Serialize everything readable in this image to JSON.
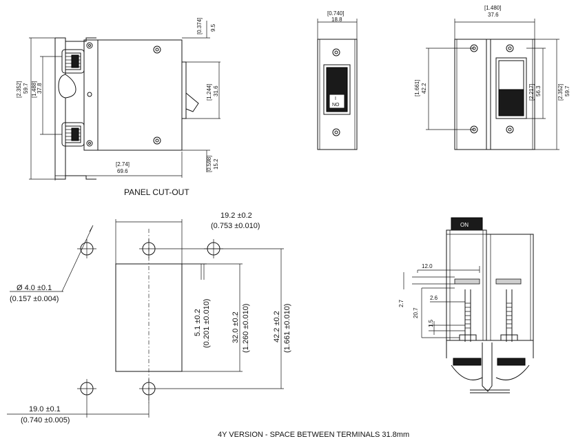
{
  "top_views": {
    "side_view": {
      "dim_top_right_in": "[0.374]",
      "dim_top_right_mm": "9.5",
      "dim_overall_height_in": "[2.352]",
      "dim_overall_height_mm": "59.7",
      "dim_terminal_pitch_in": "[1.488]",
      "dim_terminal_pitch_mm": "37.8",
      "dim_actuator_in": "[1.244]",
      "dim_actuator_mm": "31.6",
      "dim_bottom_right_in": "[0.598]",
      "dim_bottom_right_mm": "15.2",
      "dim_depth_in": "[2.74]",
      "dim_depth_mm": "69.6"
    },
    "front_view": {
      "dim_width_in": "[0.740]",
      "dim_width_mm": "18.8",
      "switch_mark_on": "I",
      "switch_mark_text": "NO"
    },
    "rear_view": {
      "dim_width_in": "[1.480]",
      "dim_width_mm": "37.6",
      "dim_hole_pitch_in": "[1.661]",
      "dim_hole_pitch_mm": "42.2",
      "dim_window_in": "[2.217]",
      "dim_window_mm": "56.3",
      "dim_height_in": "[2.352]",
      "dim_height_mm": "59.7"
    },
    "caption": "PANEL CUT-OUT"
  },
  "cutout": {
    "dim_top_mm": "19.2 ±0.2",
    "dim_top_in": "(0.753 ±0.010)",
    "dim_hole_mm": "Ø 4.0 ±0.1",
    "dim_hole_in": "(0.157 ±0.004)",
    "dim_small_mm": "5.1 ±0.2",
    "dim_small_in": "(0.201 ±0.010)",
    "dim_mid_mm": "32.0 ±0.2",
    "dim_mid_in": "(1.260 ±0.010)",
    "dim_tall_mm": "42.2 ±0.2",
    "dim_tall_in": "(1.661 ±0.010)",
    "dim_bottom_mm": "19.0 ±0.1",
    "dim_bottom_in": "(0.740 ±0.005)"
  },
  "terminal_view": {
    "label_on": "ON",
    "dim_a": "12.0",
    "dim_b": "2.7",
    "dim_c": "2.6",
    "dim_d": "20.7",
    "dim_e": "1.5"
  },
  "footer": "4Y VERSION - SPACE BETWEEN TERMINALS 31.8mm"
}
